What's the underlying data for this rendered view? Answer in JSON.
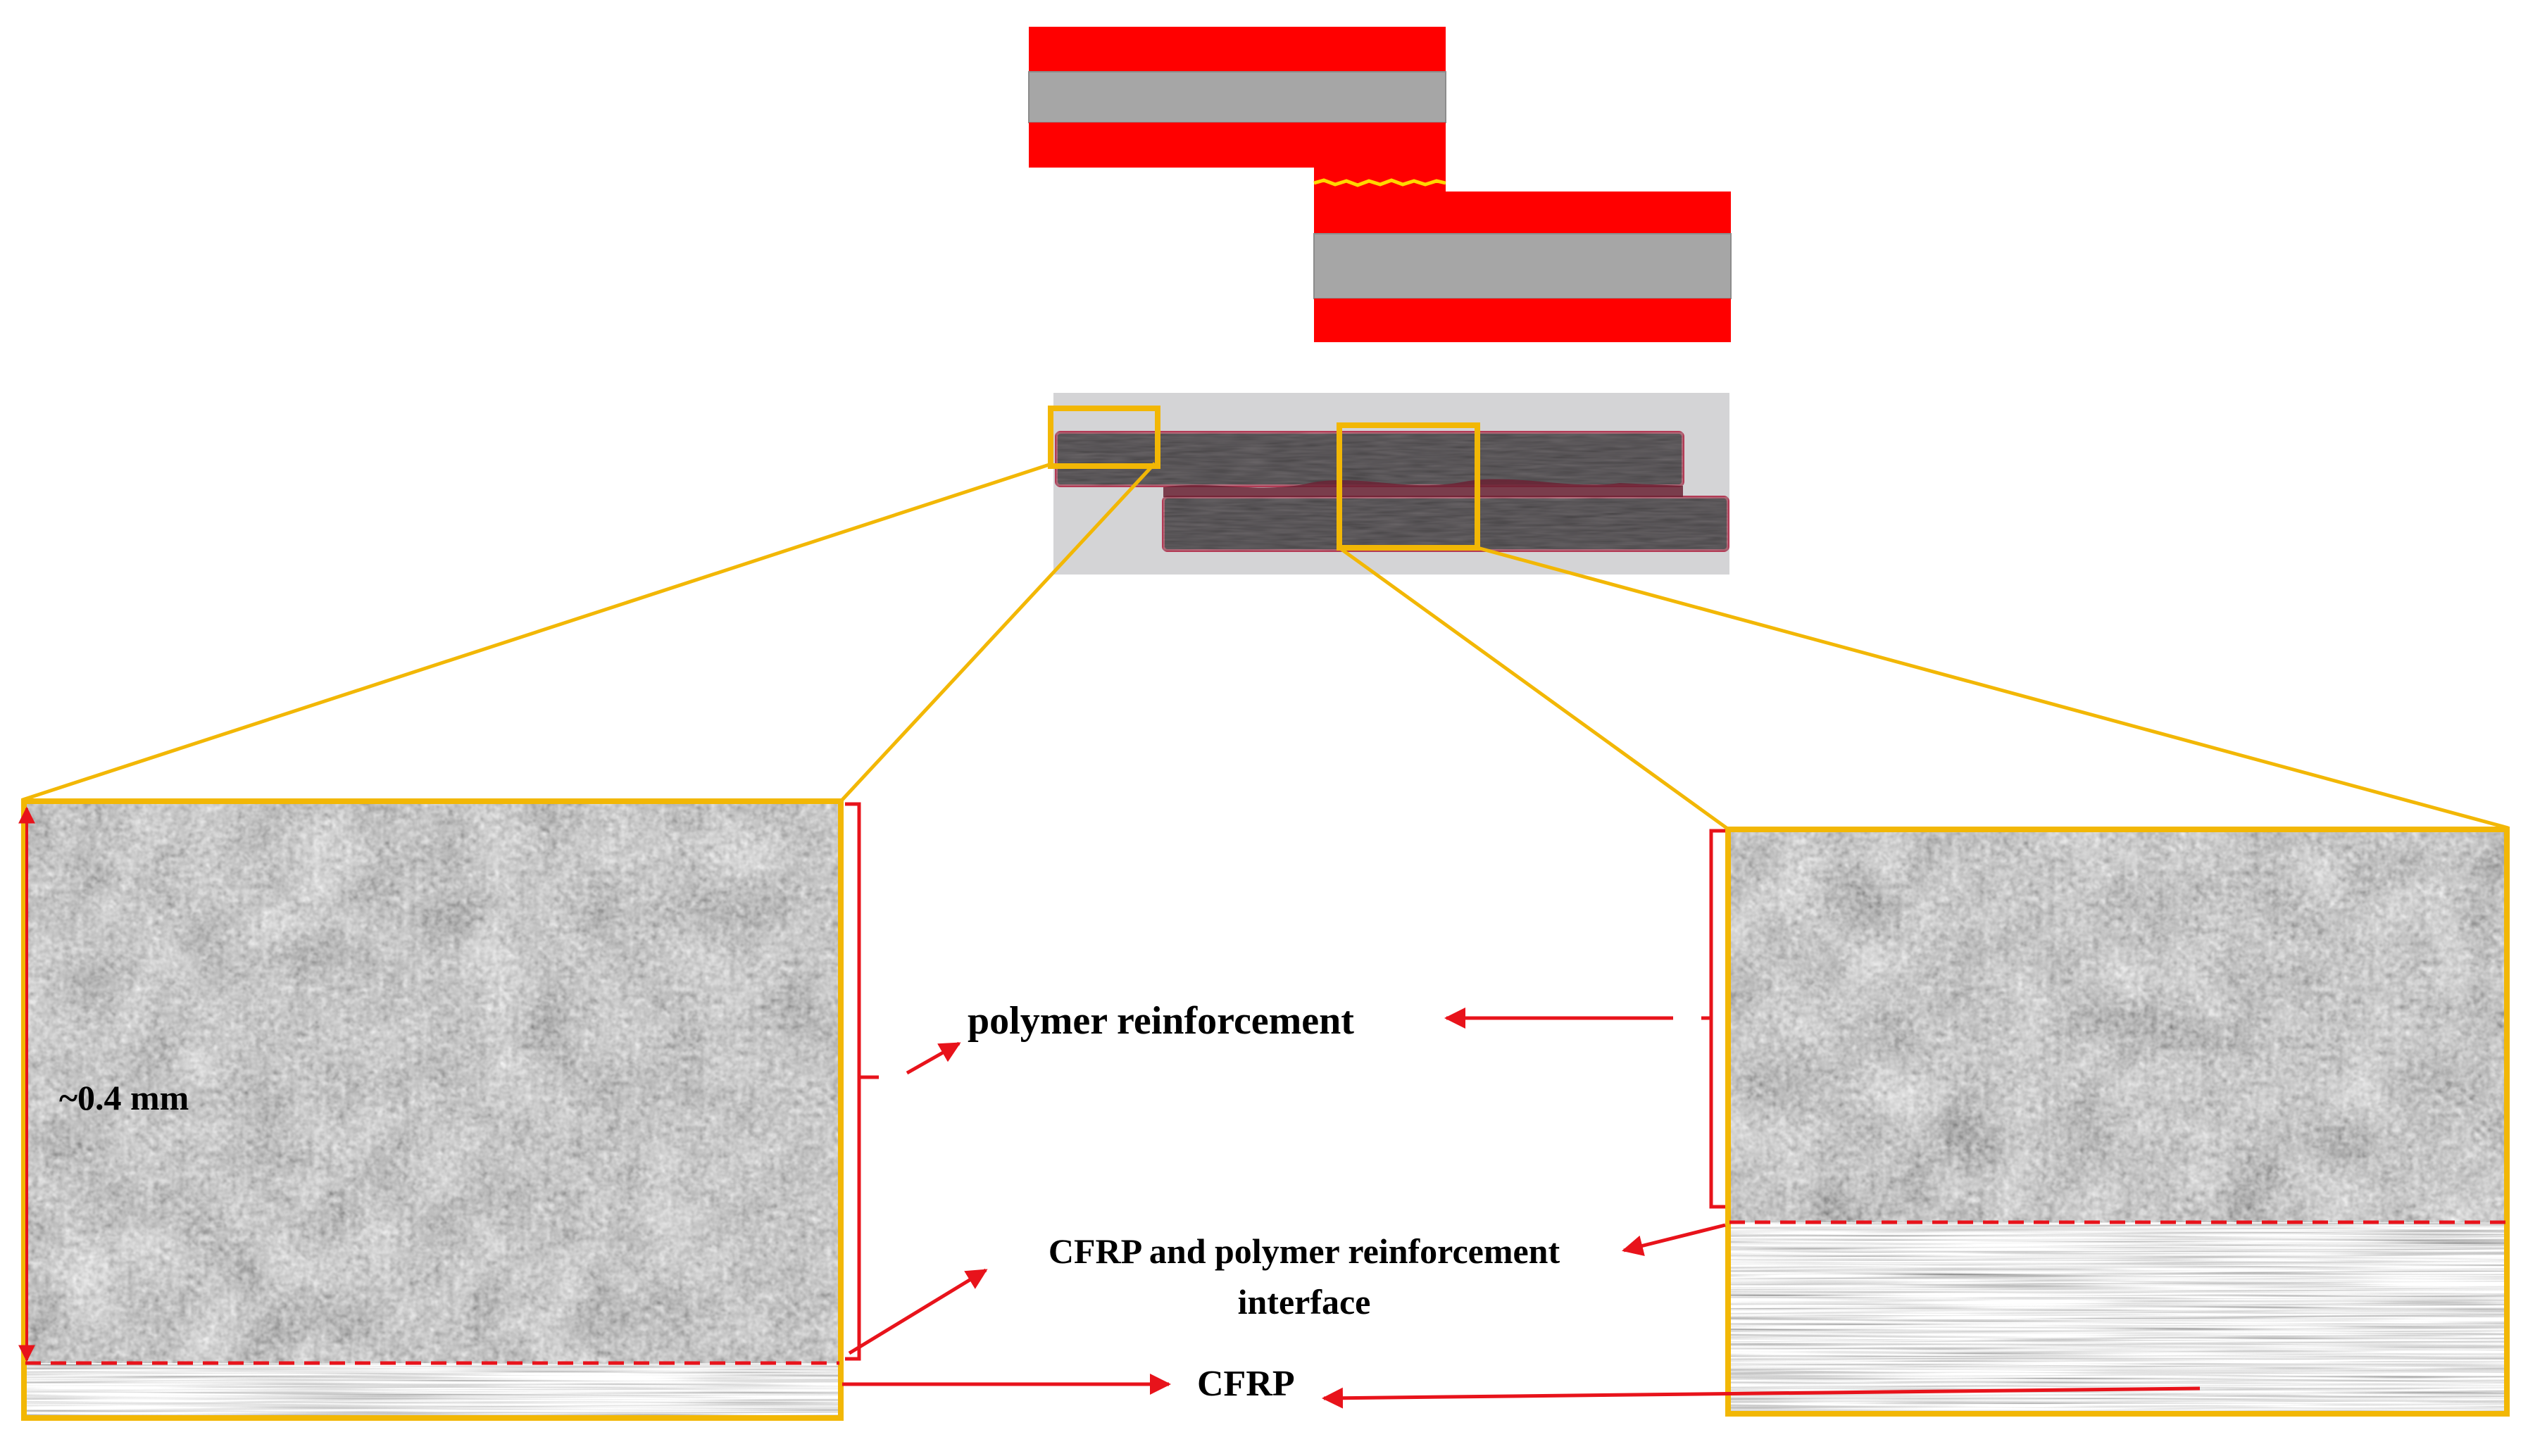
{
  "colors": {
    "adherend_red": "#ff0000",
    "adhesive_gray": "#a6a6a6",
    "crack_yellow": "#ffd700",
    "zoom_frame": "#f2b705",
    "annotation_red": "#e8131b",
    "label_black": "#000000"
  },
  "labels": {
    "thickness": "~0.4 mm",
    "polymer_reinforcement": "polymer reinforcement",
    "interface_line1": "CFRP and polymer reinforcement",
    "interface_line2": "interface",
    "cfrp": "CFRP"
  }
}
